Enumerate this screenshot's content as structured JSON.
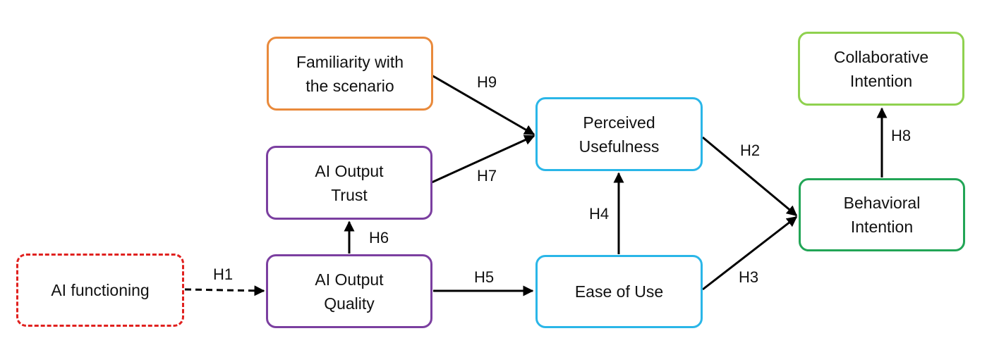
{
  "nodes": {
    "familiarity": {
      "lines": [
        "Familiarity with",
        "the scenario"
      ],
      "color": "#E98A3C"
    },
    "ai_trust": {
      "lines": [
        "AI Output",
        "Trust"
      ],
      "color": "#7B3FA0"
    },
    "ai_quality": {
      "lines": [
        "AI Output",
        "Quality"
      ],
      "color": "#7B3FA0"
    },
    "ai_functioning": {
      "lines": [
        "AI functioning"
      ],
      "color": "#E0211F"
    },
    "perceived_usefulness": {
      "lines": [
        "Perceived",
        "Usefulness"
      ],
      "color": "#2AB6E8"
    },
    "ease_of_use": {
      "lines": [
        "Ease of Use"
      ],
      "color": "#2AB6E8"
    },
    "collaborative_intention": {
      "lines": [
        "Collaborative",
        "Intention"
      ],
      "color": "#8FD14F"
    },
    "behavioral_intention": {
      "lines": [
        "Behavioral",
        "Intention"
      ],
      "color": "#22A556"
    }
  },
  "edges": {
    "h1": "H1",
    "h2": "H2",
    "h3": "H3",
    "h4": "H4",
    "h5": "H5",
    "h6": "H6",
    "h7": "H7",
    "h8": "H8",
    "h9": "H9"
  }
}
